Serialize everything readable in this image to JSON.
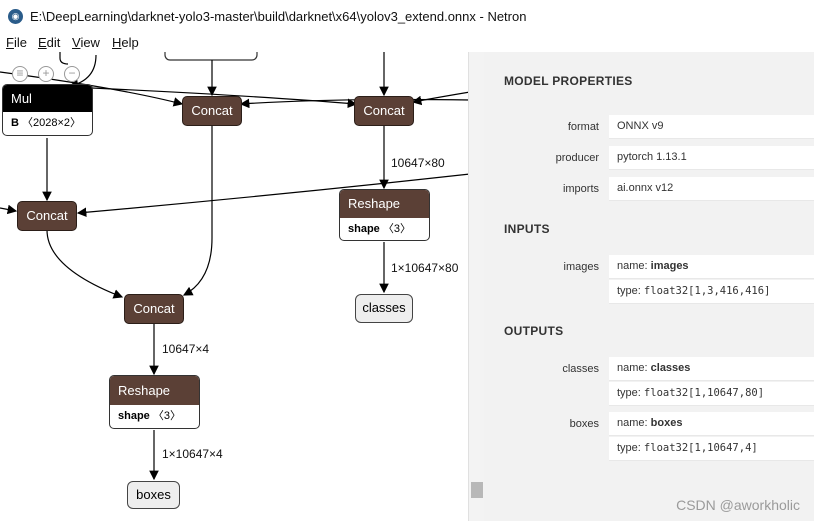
{
  "window": {
    "title": "E:\\DeepLearning\\darknet-yolo3-master\\build\\darknet\\x64\\yolov3_extend.onnx - Netron"
  },
  "menu": [
    "File",
    "Edit",
    "View",
    "Help"
  ],
  "graph": {
    "nodes": {
      "mul": {
        "op": "Mul",
        "attr_name": "B",
        "attr_value": "〈2028×2〉"
      },
      "concat1": {
        "op": "Concat"
      },
      "concat2": {
        "op": "Concat"
      },
      "concat3": {
        "op": "Concat"
      },
      "concat4": {
        "op": "Concat"
      },
      "reshape1": {
        "op": "Reshape",
        "attr_name": "shape",
        "attr_value": "〈3〉"
      },
      "reshape2": {
        "op": "Reshape",
        "attr_name": "shape",
        "attr_value": "〈3〉"
      }
    },
    "outputs": {
      "classes": "classes",
      "boxes": "boxes"
    },
    "edges": {
      "e1": "10647×80",
      "e2": "1×10647×80",
      "e3": "10647×4",
      "e4": "1×10647×4"
    }
  },
  "sidebar": {
    "model_title": "MODEL PROPERTIES",
    "properties": [
      {
        "label": "format",
        "value": "ONNX v9"
      },
      {
        "label": "producer",
        "value": "pytorch 1.13.1"
      },
      {
        "label": "imports",
        "value": "ai.onnx v12"
      }
    ],
    "inputs_title": "INPUTS",
    "inputs": [
      {
        "label": "images",
        "name_prefix": "name:",
        "name": "images",
        "type_prefix": "type:",
        "type": "float32[1,3,416,416]"
      }
    ],
    "outputs_title": "OUTPUTS",
    "outputs": [
      {
        "label": "classes",
        "name_prefix": "name:",
        "name": "classes",
        "type_prefix": "type:",
        "type": "float32[1,10647,80]"
      },
      {
        "label": "boxes",
        "name_prefix": "name:",
        "name": "boxes",
        "type_prefix": "type:",
        "type": "float32[1,10647,4]"
      }
    ]
  },
  "watermark": "CSDN @aworkholic",
  "colors": {
    "node_brown": "#5b4036",
    "sidebar_bg": "#f2f2f2"
  }
}
